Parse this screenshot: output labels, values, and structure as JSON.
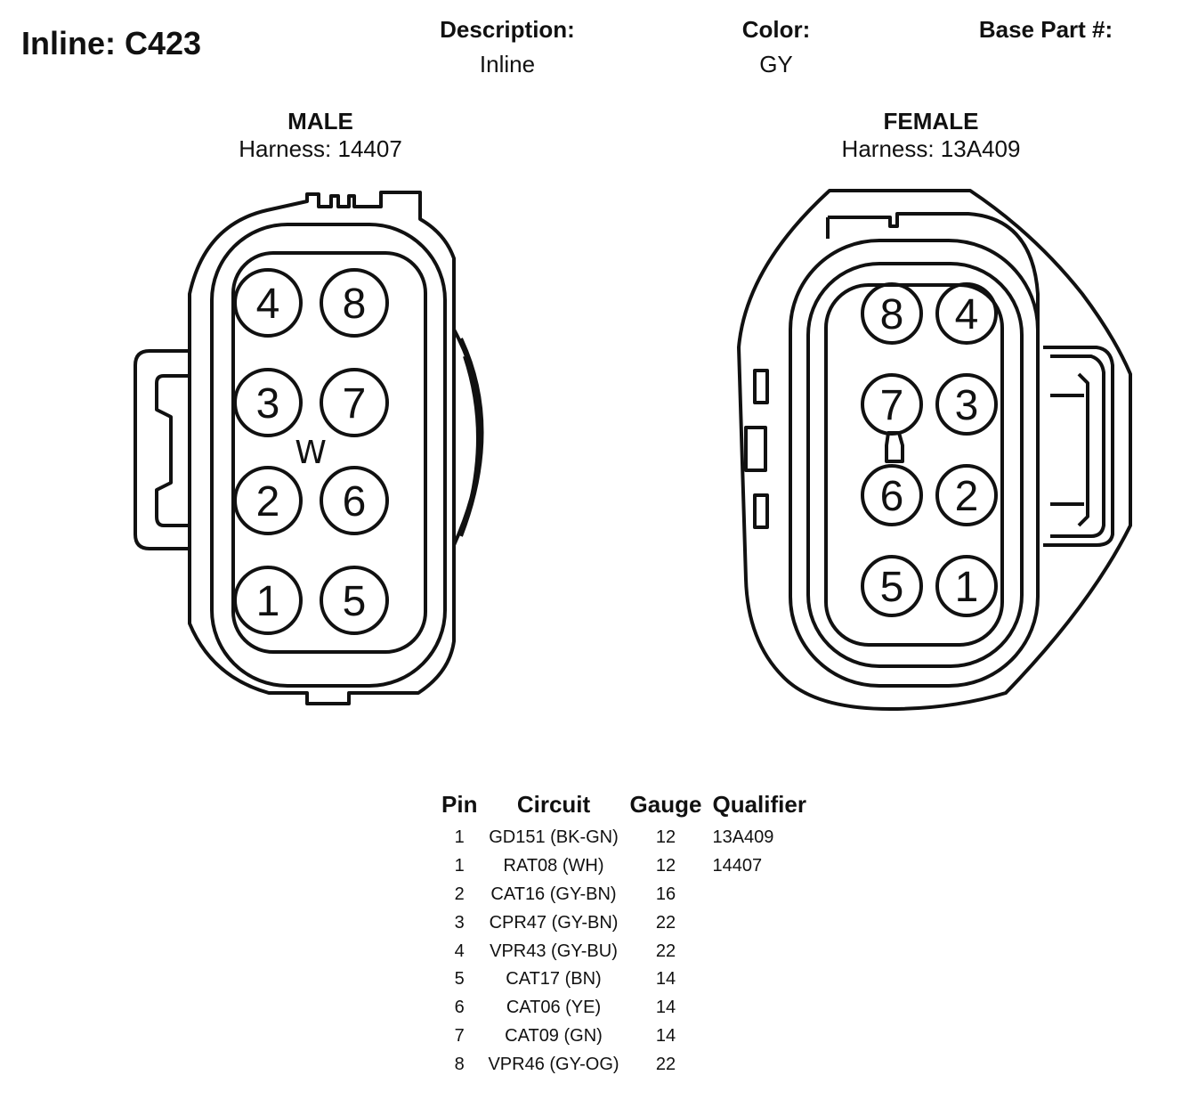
{
  "title": "Inline: C423",
  "header": {
    "description_label": "Description:",
    "description_value": "Inline",
    "color_label": "Color:",
    "color_value": "GY",
    "base_part_label": "Base Part #:"
  },
  "male": {
    "title": "MALE",
    "harness": "Harness: 14407",
    "key_mark": "W",
    "pins": [
      "4",
      "8",
      "3",
      "7",
      "2",
      "6",
      "1",
      "5"
    ]
  },
  "female": {
    "title": "FEMALE",
    "harness": "Harness: 13A409",
    "pins": [
      "8",
      "4",
      "7",
      "3",
      "6",
      "2",
      "5",
      "1"
    ]
  },
  "table": {
    "headers": [
      "Pin",
      "Circuit",
      "Gauge",
      "Qualifier"
    ],
    "rows": [
      {
        "pin": "1",
        "circuit": "GD151 (BK-GN)",
        "gauge": "12",
        "qualifier": "13A409"
      },
      {
        "pin": "1",
        "circuit": "RAT08 (WH)",
        "gauge": "12",
        "qualifier": "14407"
      },
      {
        "pin": "2",
        "circuit": "CAT16 (GY-BN)",
        "gauge": "16",
        "qualifier": ""
      },
      {
        "pin": "3",
        "circuit": "CPR47 (GY-BN)",
        "gauge": "22",
        "qualifier": ""
      },
      {
        "pin": "4",
        "circuit": "VPR43 (GY-BU)",
        "gauge": "22",
        "qualifier": ""
      },
      {
        "pin": "5",
        "circuit": "CAT17 (BN)",
        "gauge": "14",
        "qualifier": ""
      },
      {
        "pin": "6",
        "circuit": "CAT06 (YE)",
        "gauge": "14",
        "qualifier": ""
      },
      {
        "pin": "7",
        "circuit": "CAT09 (GN)",
        "gauge": "14",
        "qualifier": ""
      },
      {
        "pin": "8",
        "circuit": "VPR46 (GY-OG)",
        "gauge": "22",
        "qualifier": ""
      }
    ]
  }
}
